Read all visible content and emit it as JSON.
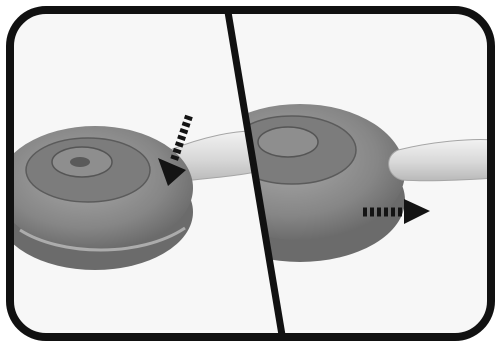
{
  "figure": {
    "panels": [
      {
        "id": "left",
        "subject": "disc-part",
        "accessory": "cylindrical-handle",
        "indicator": "arrow-down-left-icon"
      },
      {
        "id": "right",
        "subject": "disc-part",
        "accessory": "cylindrical-handle",
        "indicator": "arrow-right-icon"
      }
    ],
    "colors": {
      "frame": "#111111",
      "disc_dark": "#707070",
      "disc_mid": "#8d8d8d",
      "disc_light": "#b8b8b8",
      "handle": "#dcdcdc",
      "arrow": "#141414"
    }
  }
}
